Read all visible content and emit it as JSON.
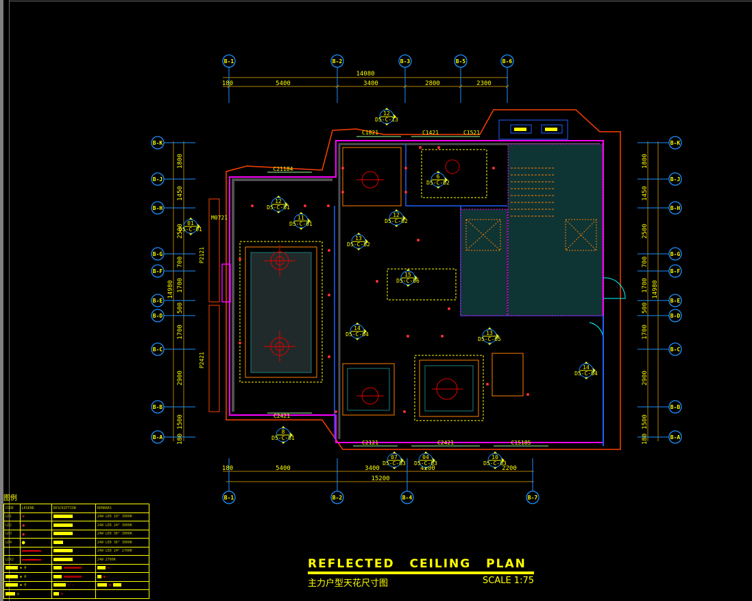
{
  "drawing": {
    "title": "REFLECTED CEILING PLAN",
    "subtitle": "主力户型天花尺寸图",
    "scale": "SCALE 1:75"
  },
  "axes": {
    "top": [
      "B-1",
      "B-2",
      "B-3",
      "B-5",
      "B-6"
    ],
    "bottom": [
      "B-1",
      "B-2",
      "B-4",
      "B-7"
    ],
    "left": [
      "B-K",
      "B-J",
      "B-H",
      "B-G",
      "B-F",
      "B-E",
      "B-D",
      "B-C",
      "B-B",
      "B-A"
    ],
    "right": [
      "B-K",
      "B-J",
      "B-H",
      "B-G",
      "B-F",
      "B-E",
      "B-D",
      "B-C",
      "B-B",
      "B-A"
    ]
  },
  "dimensions": {
    "top_total": "14080",
    "top_segments": [
      "180",
      "5400",
      "3400",
      "2800",
      "2300"
    ],
    "bottom_segments": [
      "180",
      "5400",
      "3400",
      "4200",
      "2200"
    ],
    "bottom_total": "15200",
    "left_total": "14980",
    "right_total": "14980",
    "vertical_segments": [
      "1800",
      "1450",
      "2500",
      "700",
      "1700",
      "500",
      "1700",
      "2900",
      "1500",
      "180"
    ]
  },
  "openings": [
    "C1821",
    "C1421",
    "C1521",
    "C21184",
    "M0721",
    "P2121",
    "P2421",
    "C2421",
    "C2121",
    "C2421",
    "C15185"
  ],
  "section_markers": [
    {
      "num": "12",
      "ref": "D5-C-13"
    },
    {
      "num": "12",
      "ref": "D5-C-01"
    },
    {
      "num": "11",
      "ref": "D5-C-01"
    },
    {
      "num": "12",
      "ref": "D5-C-02"
    },
    {
      "num": "13",
      "ref": "D5-C-02"
    },
    {
      "num": "6",
      "ref": "D5-C-02"
    },
    {
      "num": "01",
      "ref": "D5-C-01"
    },
    {
      "num": "15",
      "ref": "D5-C-06"
    },
    {
      "num": "14",
      "ref": "D5-C-04"
    },
    {
      "num": "13",
      "ref": "D5-C-05"
    },
    {
      "num": "8",
      "ref": "D5-C-01"
    },
    {
      "num": "07",
      "ref": "D5-C-03"
    },
    {
      "num": "04",
      "ref": "D5-C-03"
    },
    {
      "num": "10",
      "ref": "D5-C-03"
    },
    {
      "num": "14",
      "ref": "D5-C-04"
    }
  ],
  "legend": {
    "title": "图例",
    "headers": [
      "CODE",
      "LEGEND",
      "DESCRIPTION",
      "REMARKS"
    ],
    "rows": [
      {
        "code": "LD1",
        "remarks": "24W  LED  10°  3000K"
      },
      {
        "code": "LD2",
        "remarks": "24W  LED  24°  3000K"
      },
      {
        "code": "LD3",
        "remarks": "24W  LED  36°  3000K"
      },
      {
        "code": "LD4",
        "remarks": "24W  LED  36°  3000K"
      },
      {
        "code": "",
        "remarks": "24W  LED  24°  2700K"
      },
      {
        "code": "LDX2",
        "remarks": "24W              2700K"
      }
    ]
  },
  "colors": {
    "dim": "#b08000",
    "axis": "#1e90ff",
    "text": "#ffff00",
    "wall": "#ff4000",
    "magenta": "#ff00ff",
    "light": "#e00000",
    "teal": "#1a8080",
    "gray": "#505050"
  }
}
